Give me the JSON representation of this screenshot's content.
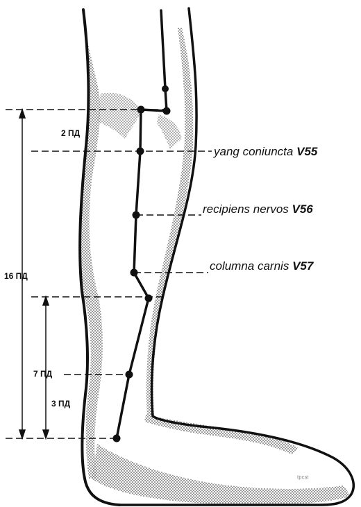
{
  "measures": {
    "m_2": "2 ПД",
    "m_16": "16 ПД",
    "m_7": "7 ПД",
    "m_3": "3 ПД"
  },
  "points": [
    {
      "name": "yang coniuncta",
      "code": "V55"
    },
    {
      "name": "recipiens nervos",
      "code": "V56"
    },
    {
      "name": "columna carnis",
      "code": "V57"
    }
  ],
  "corner_mark": "ᵗᵖᶜˢᵗ"
}
